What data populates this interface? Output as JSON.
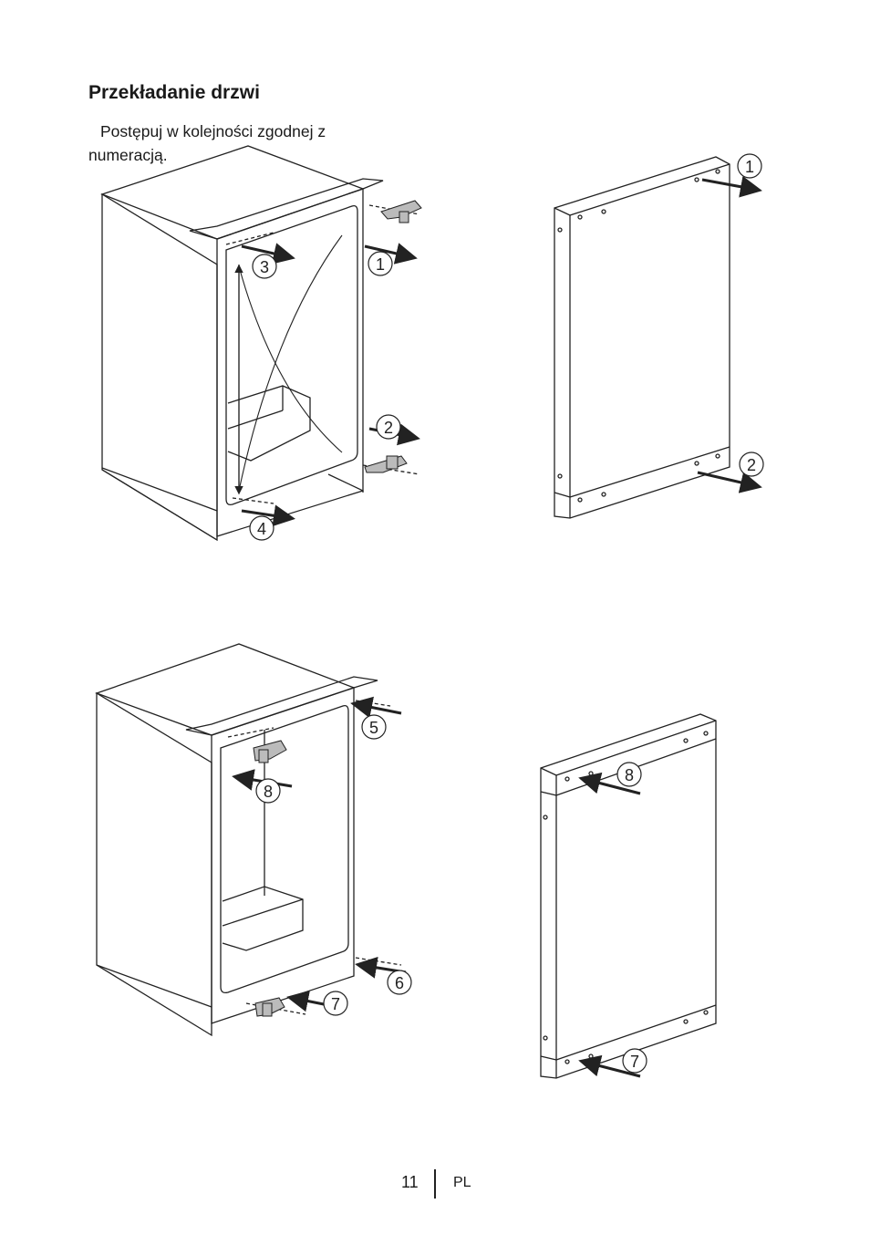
{
  "page": {
    "title": "Przekładanie drzwi",
    "intro": "Postępuj w kolejności zgodnej z numeracją.",
    "page_number": "11",
    "language": "PL"
  },
  "figure_top": {
    "cabinet_steps": [
      "1",
      "2",
      "3",
      "4"
    ],
    "door_steps": [
      "1",
      "2"
    ]
  },
  "figure_bottom": {
    "cabinet_steps": [
      "5",
      "6",
      "7",
      "8"
    ],
    "door_steps": [
      "8",
      "7"
    ]
  }
}
